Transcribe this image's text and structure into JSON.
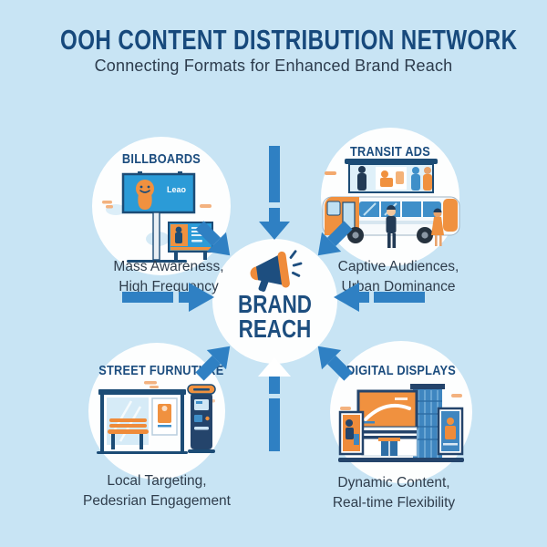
{
  "header": {
    "title": "OOH CONTENT DISTRIBUTION NETWORK",
    "subtitle": "Connecting Formats for Enhanced Brand Reach"
  },
  "center": {
    "icon": "megaphone-icon",
    "label_line1": "BRAND",
    "label_line2": "REACH"
  },
  "nodes": [
    {
      "id": "billboards",
      "label": "BILLBOARDS",
      "icon": "billboard-illustration",
      "sign_text": "Leao",
      "caption_line1": "Mass Awareness,",
      "caption_line2": "High Frequency"
    },
    {
      "id": "transit-ads",
      "label": "TRANSIT ADS",
      "icon": "bus-illustration",
      "caption_line1": "Captive Audiences,",
      "caption_line2": "Urban Dominance"
    },
    {
      "id": "street-furniture",
      "label": "STREET FURNUTURE",
      "icon": "bus-shelter-illustration",
      "caption_line1": "Local Targeting,",
      "caption_line2": "Pedesrian Engagement"
    },
    {
      "id": "digital-displays",
      "label": "DIGITAL DISPLAYS",
      "icon": "digital-building-illustration",
      "caption_line1": "Dynamic Content,",
      "caption_line2": "Real-time Flexibility"
    }
  ],
  "colors": {
    "background": "#c8e4f4",
    "arrow_blue": "#2f80c3",
    "arrow_white": "#ffffff",
    "navy": "#1b4c7e",
    "orange": "#ef8b3a",
    "circle_fill": "#fdfefe",
    "caption_text": "#2f3d4c"
  }
}
